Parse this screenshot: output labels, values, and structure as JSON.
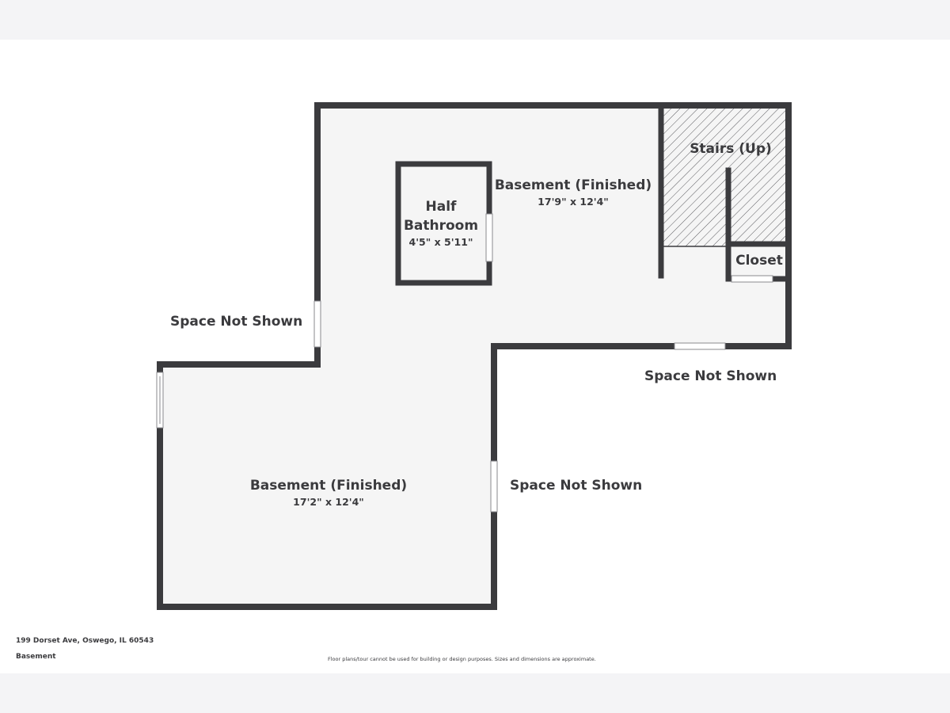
{
  "rooms": {
    "basement_upper": {
      "name": "Basement (Finished)",
      "dimensions": "17'9\" x 12'4\""
    },
    "half_bathroom": {
      "name_line1": "Half",
      "name_line2": "Bathroom",
      "dimensions": "4'5\" x 5'11\""
    },
    "stairs": {
      "name": "Stairs (Up)"
    },
    "closet": {
      "name": "Closet"
    },
    "basement_lower": {
      "name": "Basement (Finished)",
      "dimensions": "17'2\" x 12'4\""
    }
  },
  "outside_labels": {
    "left": "Space Not Shown",
    "right_upper": "Space Not Shown",
    "right_lower": "Space Not Shown"
  },
  "footer": {
    "address": "199 Dorset Ave, Oswego, IL 60543",
    "level": "Basement",
    "disclaimer": "Floor plans/tour cannot be used for building or design purposes. Sizes and dimensions are approximate."
  },
  "colors": {
    "wall": "#3b3b3e",
    "floor": "#f5f5f5",
    "background": "#f4f4f6"
  }
}
